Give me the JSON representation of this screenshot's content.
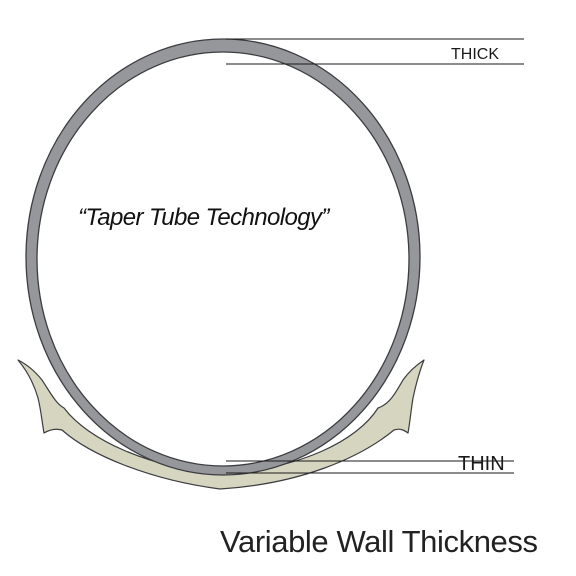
{
  "labels": {
    "thick": "THICK",
    "thin": "THIN",
    "tube_caption": "“Taper Tube Technology”",
    "main_caption": "Variable Wall Thickness"
  },
  "colors": {
    "tube_fill": "#96979b",
    "tube_outline": "#3c3d40",
    "rim_fill": "#d6d5c0",
    "rim_outline": "#3c3d40",
    "leader_line": "#1a1a1a"
  }
}
